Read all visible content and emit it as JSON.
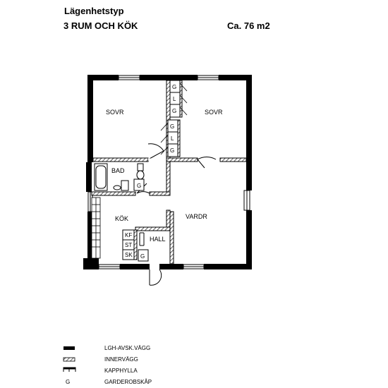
{
  "header": {
    "title": "Lägenhetstyp",
    "type": "3 RUM OCH KÖK",
    "area": "Ca. 76 m2"
  },
  "rooms": {
    "sovr_left": "SOVR",
    "sovr_right": "SOVR",
    "bad": "BAD",
    "kok": "KÖK",
    "vardr": "VARDR",
    "hall": "HALL"
  },
  "fixtures": {
    "wardrobe": "G",
    "linen": "L",
    "kf": "KF",
    "st": "ST",
    "sk": "SK"
  },
  "legend": [
    {
      "symbol": "thick-wall",
      "label": "LGH-AVSK.VÄGG"
    },
    {
      "symbol": "hatched-wall",
      "label": "INNERVÄGG"
    },
    {
      "symbol": "coat-rack",
      "label": "KAPPHYLLA"
    },
    {
      "symbol": "letter-g",
      "label": "GARDEROBSKÅP"
    }
  ],
  "legend_symbol_letter": "G"
}
